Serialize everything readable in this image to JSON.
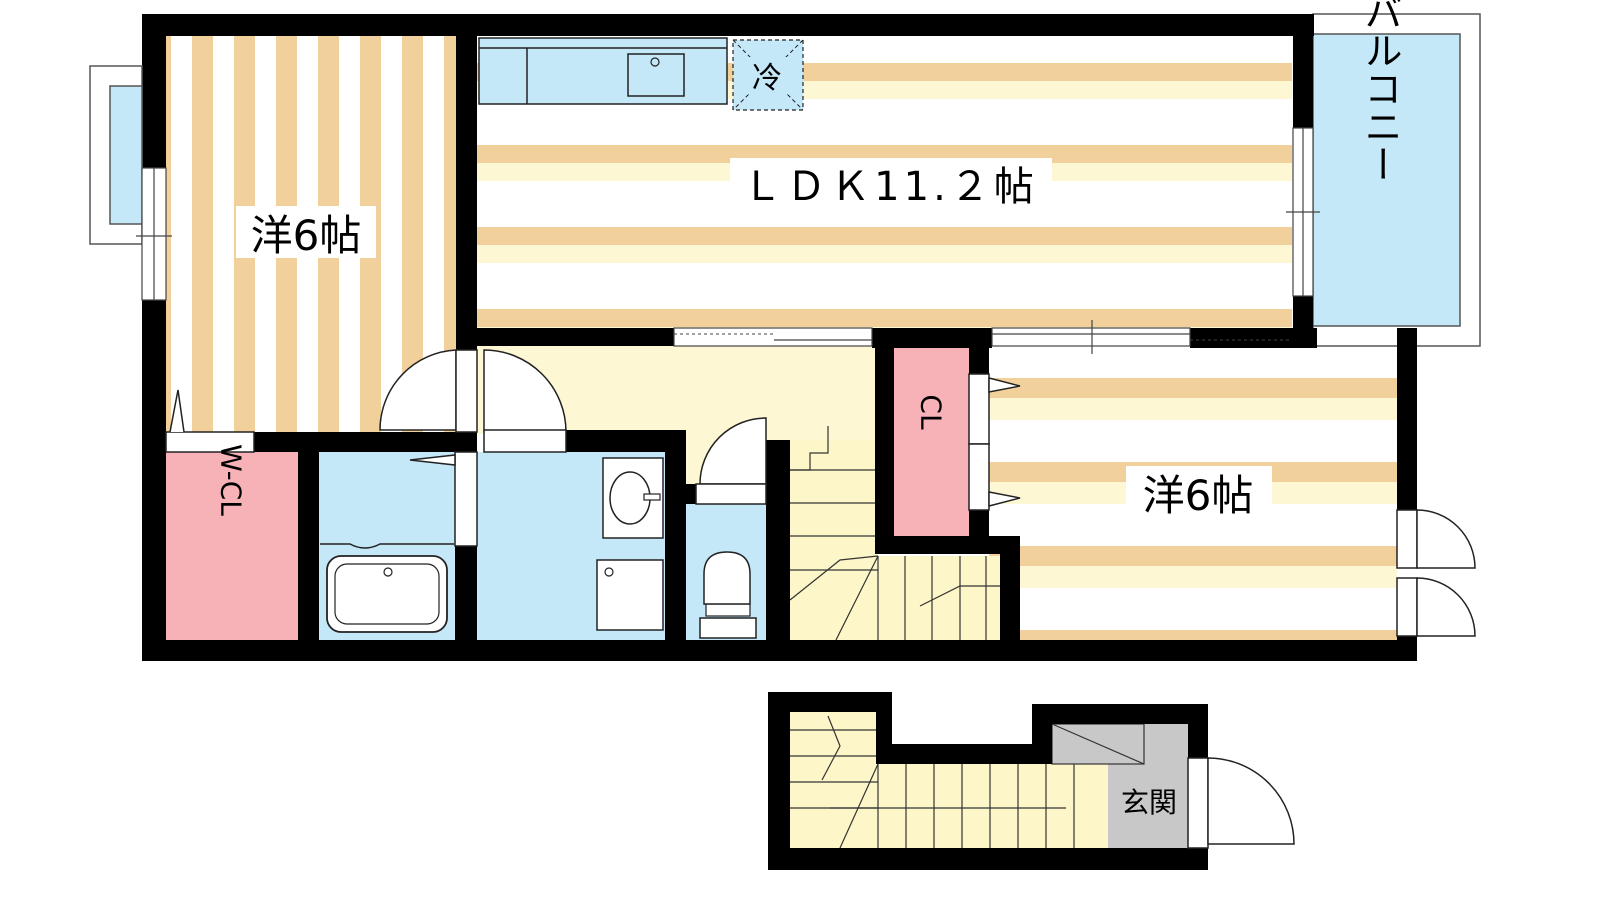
{
  "rooms": {
    "western_left": {
      "label": "洋6帖"
    },
    "ldk": {
      "label": "ＬＤＫ11.２帖"
    },
    "fridge": {
      "label": "冷"
    },
    "balcony": {
      "label": "バルコニー"
    },
    "closet": {
      "label": "CL"
    },
    "western_right": {
      "label": "洋6帖"
    },
    "walk_in_closet": {
      "label": "W-CL"
    },
    "entrance": {
      "label": "玄関"
    }
  },
  "colors": {
    "wall": "#000000",
    "floor_stripe": "#f1d09b",
    "floor_cream": "#fef7d3",
    "wet_area": "#c5e8f8",
    "closet": "#f7b2b8",
    "stairs": "#fdf6c8",
    "entrance": "#c8c8c8"
  }
}
